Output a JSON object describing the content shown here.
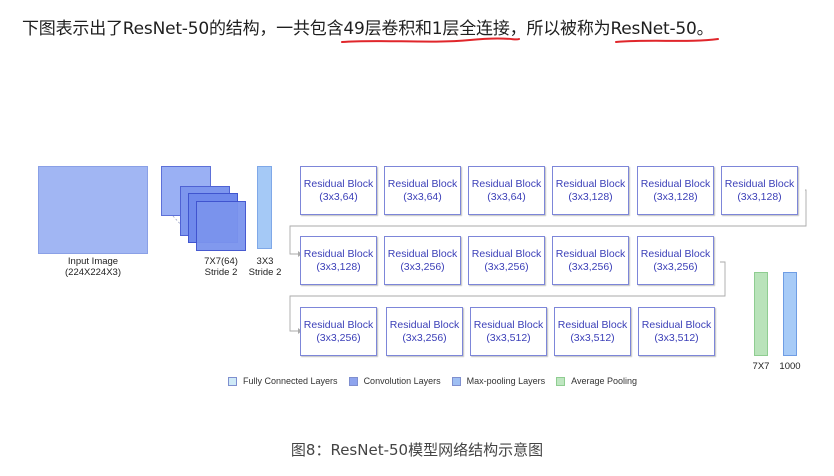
{
  "intro": {
    "part1": "下图表示出了ResNet-50的结构，一共包含",
    "underlined1": "49层卷积和1层全连接",
    "part2": "，所以被称为",
    "underlined2": "ResNet-50",
    "part3": "。"
  },
  "diagram": {
    "input_label": "Input Image",
    "input_size": "(224X224X3)",
    "conv_label": "7X7(64)",
    "conv_stride": "Stride 2",
    "pool_label": "3X3",
    "pool_stride": "Stride 2",
    "block_title": "Residual Block",
    "row1": [
      "(3x3,64)",
      "(3x3,64)",
      "(3x3,64)",
      "(3x3,128)",
      "(3x3,128)",
      "(3x3,128)"
    ],
    "row2": [
      "(3x3,128)",
      "(3x3,256)",
      "(3x3,256)",
      "(3x3,256)",
      "(3x3,256)"
    ],
    "row3": [
      "(3x3,256)",
      "(3x3,256)",
      "(3x3,512)",
      "(3x3,512)",
      "(3x3,512)"
    ],
    "avgpool_label": "7X7",
    "fc_label": "1000"
  },
  "legend": [
    {
      "label": "Fully Connected Layers",
      "color": "#cfeaf7"
    },
    {
      "label": "Convolution Layers",
      "color": "#8ea4ee"
    },
    {
      "label": "Max-pooling Layers",
      "color": "#9fbff3"
    },
    {
      "label": "Average Pooling",
      "color": "#bfe6c1"
    }
  ],
  "caption": "图8：ResNet-50模型网络结构示意图",
  "colors": {
    "underline": "#e0262b",
    "block_border": "#7d86d9",
    "block_text": "#3b3fb8",
    "arrow": "#aaaaaa"
  }
}
